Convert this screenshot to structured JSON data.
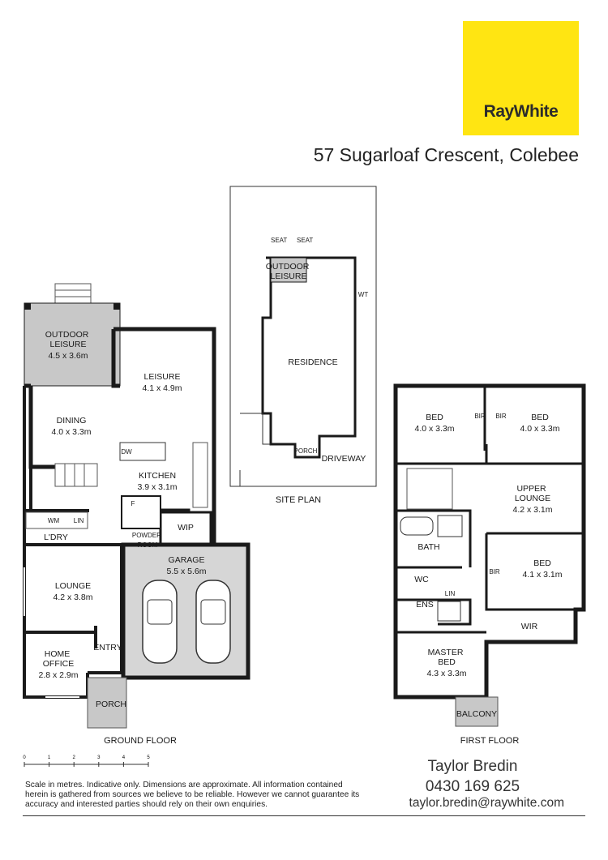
{
  "brand": {
    "name": "RayWhite",
    "color": "#ffe512"
  },
  "address": "57 Sugarloaf Crescent, Colebee",
  "ground_floor": {
    "caption": "GROUND FLOOR",
    "rooms": {
      "outdoor_leisure": {
        "name": "OUTDOOR\nLEISURE",
        "size": "4.5 x 3.6m"
      },
      "leisure": {
        "name": "LEISURE",
        "size": "4.1 x 4.9m"
      },
      "dining": {
        "name": "DINING",
        "size": "4.0 x 3.3m"
      },
      "kitchen": {
        "name": "KITCHEN",
        "size": "3.9 x 3.1m"
      },
      "garage": {
        "name": "GARAGE",
        "size": "5.5 x 5.6m"
      },
      "lounge": {
        "name": "LOUNGE",
        "size": "4.2 x 3.8m"
      },
      "home_office": {
        "name": "HOME\nOFFICE",
        "size": "2.8 x 2.9m"
      },
      "wip": "WIP",
      "laundry": "L'DRY",
      "wm": "WM",
      "lin": "LIN",
      "dw": "DW",
      "f": "F",
      "powder_room": "POWDER\nROOM",
      "entry": "ENTRY",
      "porch": "PORCH"
    }
  },
  "site_plan": {
    "caption": "SITE PLAN",
    "labels": {
      "outdoor_leisure": "OUTDOOR\nLEISURE",
      "residence": "RESIDENCE",
      "porch": "PORCH",
      "driveway": "DRIVEWAY",
      "seat1": "SEAT",
      "seat2": "SEAT",
      "wt": "WT"
    }
  },
  "first_floor": {
    "caption": "FIRST FLOOR",
    "rooms": {
      "bed1": {
        "name": "BED",
        "size": "4.0 x 3.3m"
      },
      "bed2": {
        "name": "BED",
        "size": "4.0 x 3.3m"
      },
      "upper_lounge": {
        "name": "UPPER\nLOUNGE",
        "size": "4.2 x 3.1m"
      },
      "bed3": {
        "name": "BED",
        "size": "4.1 x 3.1m"
      },
      "master": {
        "name": "MASTER\nBED",
        "size": "4.3 x 3.3m"
      },
      "bath": "BATH",
      "wc": "WC",
      "ens": "ENS",
      "lin": "LIN",
      "wir": "WIR",
      "bir1": "BIR",
      "bir2": "BIR",
      "bir3": "BIR",
      "balcony": "BALCONY"
    }
  },
  "scale": {
    "ticks": [
      "0",
      "1",
      "2",
      "3",
      "4",
      "5"
    ]
  },
  "disclaimer": "Scale in metres. Indicative only. Dimensions are approximate. All information contained herein is gathered from sources we believe to be reliable. However we cannot guarantee its accuracy and interested parties should rely on their own enquiries.",
  "agent": {
    "name": "Taylor Bredin",
    "phone": "0430 169 625",
    "email": "taylor.bredin@raywhite.com"
  },
  "colors": {
    "wall": "#1a1a1a",
    "outdoor_fill": "#c8c8c8",
    "garage_fill": "#d6d6d6"
  }
}
